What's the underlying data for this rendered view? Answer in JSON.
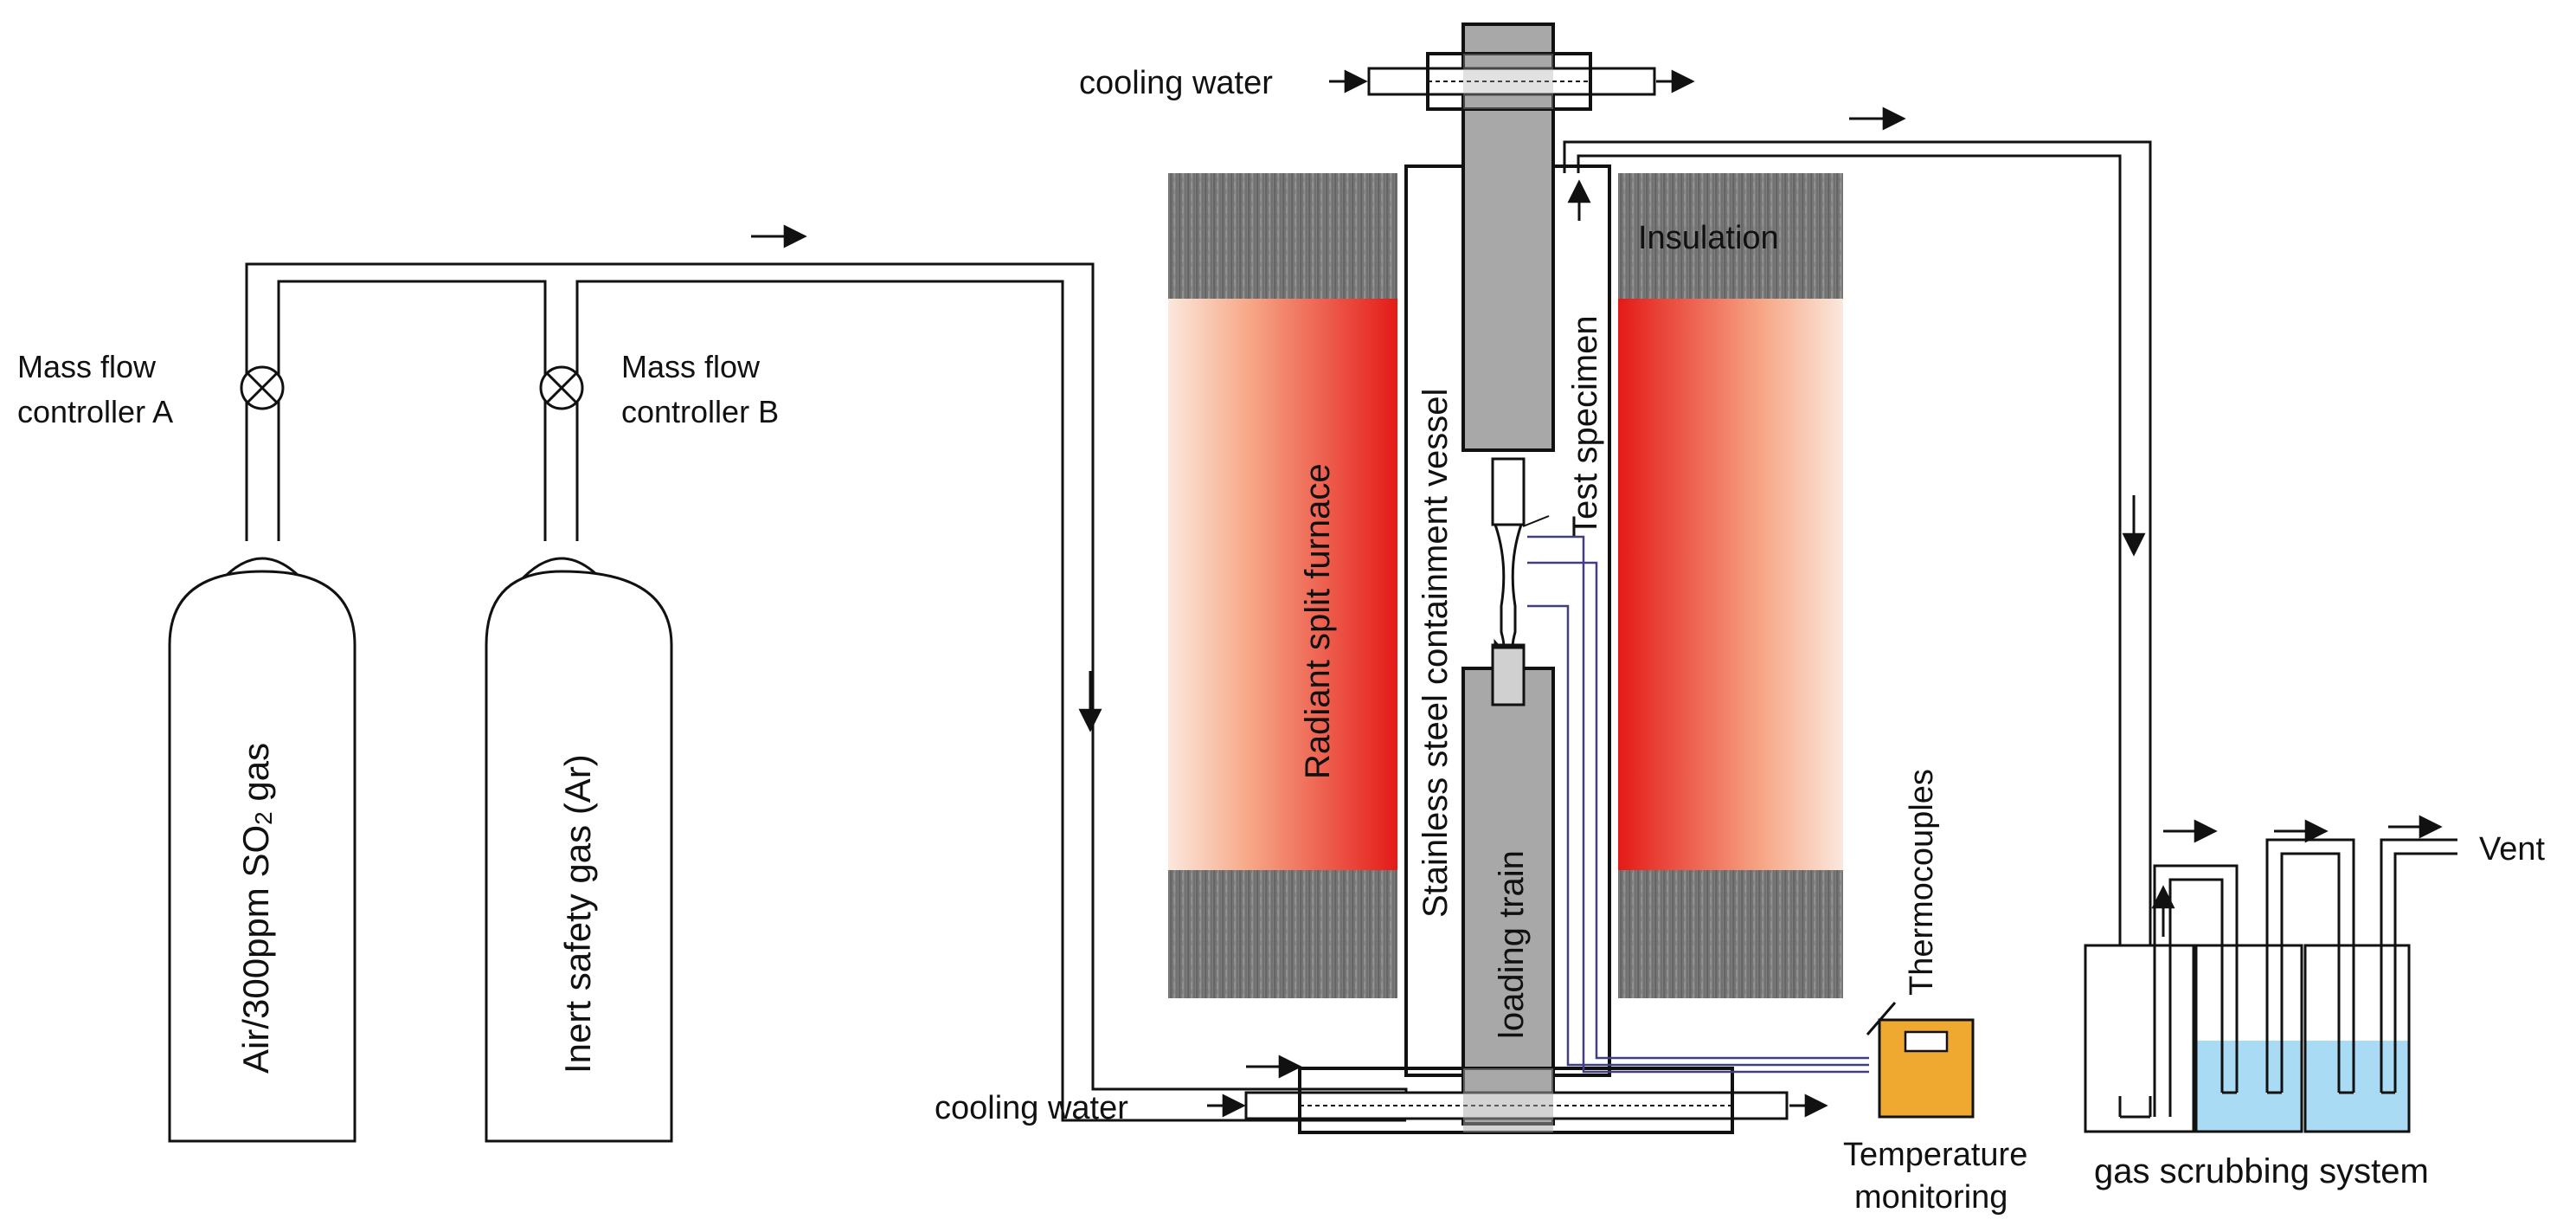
{
  "labels": {
    "cooling_water_top": "cooling water",
    "cooling_water_bottom": "cooling water",
    "mfc_a_line1": "Mass flow",
    "mfc_a_line2": "controller A",
    "mfc_b_line1": "Mass flow",
    "mfc_b_line2": "controller B",
    "cylinder_air_prefix": "Air/300ppm SO",
    "cylinder_air_subscript": "2",
    "cylinder_air_suffix": " gas",
    "cylinder_inert": "Inert safety gas (Ar)",
    "insulation": "Insulation",
    "furnace": "Radiant split furnace",
    "vessel": "Stainless steel containment vessel",
    "specimen": "Test specimen",
    "loading_train": "loading train",
    "thermocouples": "Thermocouples",
    "temperature_line1": "Temperature",
    "temperature_line2": "monitoring",
    "scrubbing": "gas scrubbing system",
    "vent": "Vent"
  },
  "colors": {
    "line": "#111111",
    "furnace_hot": "#e8231c",
    "furnace_cool": "#fbe4d6",
    "insulation": "#7a7a7a",
    "loading_train": "#a8a8a8",
    "monitor": "#f0a930",
    "water": "#a9dcf4",
    "thermocouple_wire": "#404080"
  }
}
